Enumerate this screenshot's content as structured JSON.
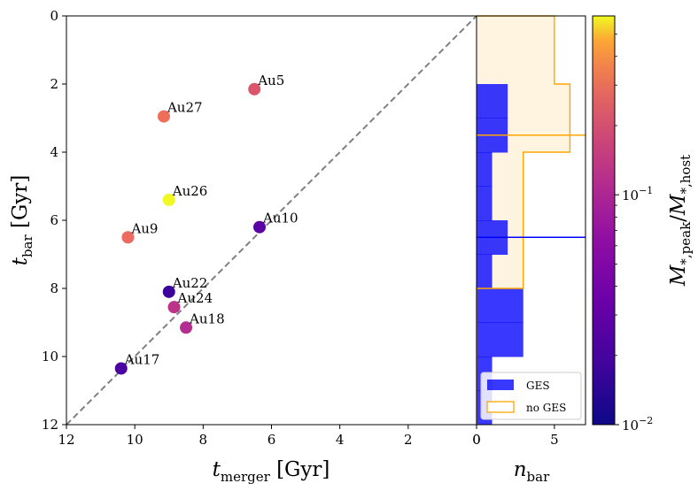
{
  "chart_data": [
    {
      "type": "scatter",
      "xlabel_main": "t",
      "xlabel_sub": "merger",
      "xlabel_unit": "[Gyr]",
      "ylabel_main": "t",
      "ylabel_sub": "bar",
      "ylabel_unit": "[Gyr]",
      "xlim": [
        12,
        0
      ],
      "ylim": [
        12,
        0
      ],
      "x_ticks": [
        "12",
        "10",
        "8",
        "6",
        "4",
        "2",
        "0"
      ],
      "y_ticks": [
        "0",
        "2",
        "4",
        "6",
        "8",
        "10",
        "12"
      ],
      "diagonal": "1:1 dashed line",
      "points": [
        {
          "label": "Au5",
          "x": 6.5,
          "y": 2.15,
          "ratio": 0.09,
          "color": "#d9566b"
        },
        {
          "label": "Au27",
          "x": 9.15,
          "y": 2.95,
          "ratio": 0.13,
          "color": "#ef6e5a"
        },
        {
          "label": "Au26",
          "x": 9.0,
          "y": 5.4,
          "ratio": 0.5,
          "color": "#f0f921"
        },
        {
          "label": "Au10",
          "x": 6.35,
          "y": 6.2,
          "ratio": 0.018,
          "color": "#5a02a3"
        },
        {
          "label": "Au9",
          "x": 10.2,
          "y": 6.5,
          "ratio": 0.12,
          "color": "#ec6a5f"
        },
        {
          "label": "Au22",
          "x": 9.0,
          "y": 8.1,
          "ratio": 0.015,
          "color": "#3d049b"
        },
        {
          "label": "Au24",
          "x": 8.85,
          "y": 8.55,
          "ratio": 0.06,
          "color": "#bb3488"
        },
        {
          "label": "Au18",
          "x": 8.5,
          "y": 9.15,
          "ratio": 0.055,
          "color": "#b42e8f"
        },
        {
          "label": "Au17",
          "x": 10.4,
          "y": 10.35,
          "ratio": 0.017,
          "color": "#4c02a1"
        }
      ]
    },
    {
      "type": "histogram",
      "xlabel_main": "n",
      "xlabel_sub": "bar",
      "xlim": [
        0,
        7
      ],
      "x_ticks": [
        "0",
        "5"
      ],
      "ylim": [
        12,
        0
      ],
      "series": [
        {
          "name": "GES",
          "color": "#0000ff",
          "bins": [
            [
              0,
              1,
              0
            ],
            [
              1,
              2,
              0
            ],
            [
              2,
              3,
              2
            ],
            [
              3,
              4,
              2
            ],
            [
              4,
              5,
              1
            ],
            [
              5,
              6,
              1
            ],
            [
              6,
              7,
              2
            ],
            [
              7,
              8,
              1
            ],
            [
              8,
              9,
              3
            ],
            [
              9,
              10,
              3
            ],
            [
              10,
              11,
              1
            ],
            [
              11,
              12,
              1
            ]
          ],
          "median": 6.5
        },
        {
          "name": "no GES",
          "color": "#ffa500",
          "bins": [
            [
              0,
              1,
              5
            ],
            [
              1,
              2,
              5
            ],
            [
              2,
              3,
              6
            ],
            [
              3,
              4,
              6
            ],
            [
              4,
              5,
              3
            ],
            [
              5,
              6,
              3
            ],
            [
              6,
              7,
              3
            ],
            [
              7,
              8,
              3
            ],
            [
              8,
              9,
              0
            ],
            [
              9,
              10,
              0
            ],
            [
              10,
              11,
              0
            ],
            [
              11,
              12,
              0
            ]
          ],
          "median": 3.5
        }
      ]
    },
    {
      "type": "colorbar",
      "label_main": "M",
      "label_sub_num": "*,peak",
      "label_sub_den": "*,host",
      "scale": "log",
      "range": [
        0.01,
        0.6
      ],
      "ticks": [
        {
          "value": 0.1,
          "label_base": "10",
          "label_exp": "−1"
        },
        {
          "value": 0.01,
          "label_base": "10",
          "label_exp": "−2"
        }
      ],
      "colormap": "plasma"
    }
  ]
}
